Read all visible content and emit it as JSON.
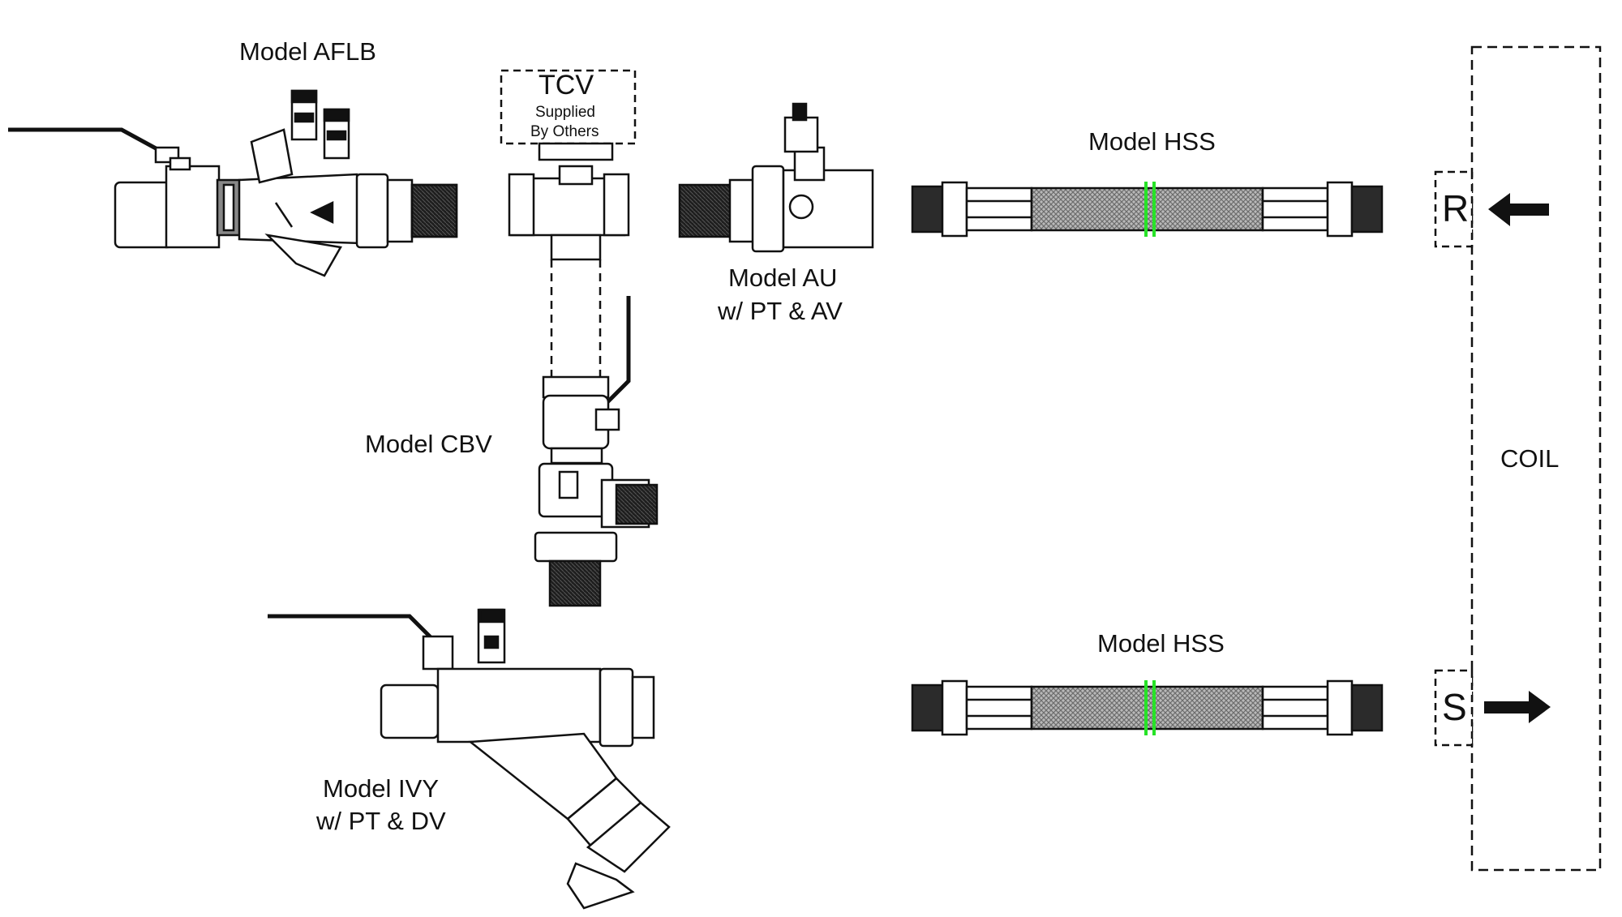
{
  "labels": {
    "aflb": "Model AFLB",
    "tcv": "TCV",
    "tcv_note_line1": "Supplied",
    "tcv_note_line2": "By Others",
    "au_line1": "Model AU",
    "au_line2": "w/ PT & AV",
    "hss_top": "Model HSS",
    "hss_bottom": "Model HSS",
    "cbv": "Model CBV",
    "ivy_line1": "Model IVY",
    "ivy_line2": "w/ PT & DV",
    "coil": "COIL",
    "return_port": "R",
    "supply_port": "S"
  },
  "colors": {
    "line": "#111111",
    "hose_mesh": "#9a9a9a",
    "hose_end": "#2b2b2b",
    "marker": "#27e327"
  },
  "icons": {
    "return_arrow": "arrow-left-icon",
    "supply_arrow": "arrow-right-icon"
  }
}
